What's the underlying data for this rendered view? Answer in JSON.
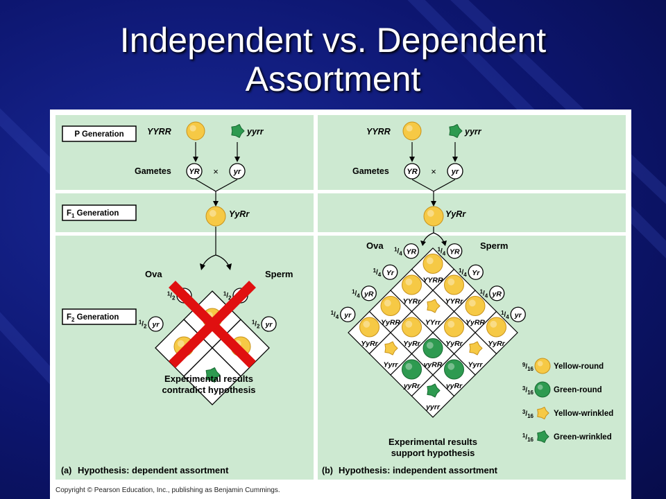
{
  "slide": {
    "title_line1": "Independent vs. Dependent",
    "title_line2": "Assortment"
  },
  "panel_a": {
    "p_generation_label": "P Generation",
    "parent1": "YYRR",
    "parent2": "yyrr",
    "gametes_label": "Gametes",
    "gamete1": "YR",
    "cross_symbol": "×",
    "gamete2": "yr",
    "f1_generation_label": "F",
    "f1_sub": "1",
    "f1_suffix": " Generation",
    "f1_genotype": "YyRr",
    "f2_generation_label": "F",
    "f2_sub": "2",
    "f2_suffix": " Generation",
    "ova_label": "Ova",
    "sperm_label": "Sperm",
    "ova_fractions": [
      "1/2",
      "1/2"
    ],
    "ova_alleles": [
      "YR",
      "yr"
    ],
    "sperm_fractions": [
      "1/2",
      "1/2"
    ],
    "sperm_alleles": [
      "YR",
      "yr"
    ],
    "result_line1": "Experimental results",
    "result_line2": "contradict hypothesis",
    "caption_letter": "(a)",
    "caption_text": "Hypothesis: dependent assortment"
  },
  "panel_b": {
    "parent1": "YYRR",
    "parent2": "yyrr",
    "gametes_label": "Gametes",
    "gamete1": "YR",
    "cross_symbol": "×",
    "gamete2": "yr",
    "f1_genotype": "YyRr",
    "ova_label": "Ova",
    "sperm_label": "Sperm",
    "ova_fractions": [
      "1/4",
      "1/4",
      "1/4",
      "1/4"
    ],
    "ova_alleles": [
      "YR",
      "Yr",
      "yR",
      "yr"
    ],
    "sperm_fractions": [
      "1/4",
      "1/4",
      "1/4",
      "1/4"
    ],
    "sperm_alleles": [
      "YR",
      "Yr",
      "yR",
      "yr"
    ],
    "grid_genotypes": [
      [
        "YYRR",
        "YYRr",
        "YyRR",
        "YyRr"
      ],
      [
        "YYRr",
        "YYrr",
        "YyRr",
        "Yyrr"
      ],
      [
        "YyRR",
        "YyRr",
        "yyRR",
        "yyRr"
      ],
      [
        "YyRr",
        "Yyrr",
        "yyRr",
        "yyrr"
      ]
    ],
    "grid_phenotypes": [
      [
        "yr",
        "yr",
        "yr",
        "yr"
      ],
      [
        "yr",
        "yw",
        "yr",
        "yw"
      ],
      [
        "yr",
        "yr",
        "gr",
        "gr"
      ],
      [
        "yr",
        "yw",
        "gr",
        "gw"
      ]
    ],
    "legend": [
      {
        "fraction": "9/16",
        "label": "Yellow-round",
        "phenotype": "yr"
      },
      {
        "fraction": "3/16",
        "label": "Green-round",
        "phenotype": "gr"
      },
      {
        "fraction": "3/16",
        "label": "Yellow-wrinkled",
        "phenotype": "yw"
      },
      {
        "fraction": "1/16",
        "label": "Green-wrinkled",
        "phenotype": "gw"
      }
    ],
    "result_line1": "Experimental results",
    "result_line2": "support hypothesis",
    "caption_letter": "(b)",
    "caption_text": "Hypothesis: independent assortment"
  },
  "copyright": "Copyright © Pearson Education, Inc., publishing as Benjamin Cummings.",
  "colors": {
    "panel_bg": "#cde9d1",
    "yellow_pea": "#f6c945",
    "green_pea": "#2e9a50",
    "cross_red": "#e01010"
  }
}
